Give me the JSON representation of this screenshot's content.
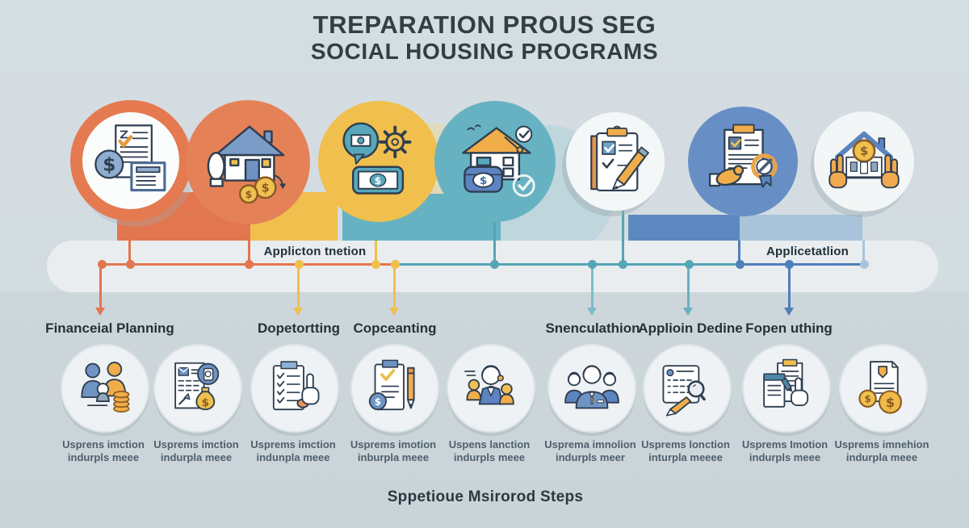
{
  "title": {
    "line1": "TREPARATION PROUS SEG",
    "line2": "SOCIAL HOUSING PROGRAMS"
  },
  "timeline": {
    "label_left": "Applicton tnetion",
    "label_right": "Applicetatlion"
  },
  "stages": [
    {
      "icon": "financial-document-dollar-coin-icon",
      "color": "#e5794f",
      "style": "ring"
    },
    {
      "icon": "house-handover-coins-icon",
      "color": "#e58157",
      "style": "filled"
    },
    {
      "icon": "payment-gear-banknote-icon",
      "color": "#f0bf4d",
      "style": "filled"
    },
    {
      "icon": "house-financing-check-icon",
      "color": "#66b2c2",
      "style": "filled"
    },
    {
      "icon": "clipboard-checklist-pencil-icon",
      "color": "#f4f7f7",
      "style": "filled"
    },
    {
      "icon": "approved-document-badge-icon",
      "color": "#688fc5",
      "style": "filled"
    },
    {
      "icon": "home-ownership-hands-icon",
      "color": "#f3f6f6",
      "style": "filled"
    }
  ],
  "steps": [
    {
      "label": "Financeial Planning",
      "color": "#e2764e"
    },
    {
      "label": "Dopetortting",
      "color": "#f0bf4d"
    },
    {
      "label": "Copceanting",
      "color": "#f0bf4d"
    },
    {
      "label": "Snenculathion",
      "color": "#7bbcc9"
    },
    {
      "label": "Applioin Dedine",
      "color": "#6aafc0"
    },
    {
      "label": "Fopen uthing",
      "color": "#4e7fb9"
    }
  ],
  "substeps": [
    {
      "icon": "family-savings-icon",
      "line1": "Usprens imction",
      "line2": "indurpls meee"
    },
    {
      "icon": "document-money-bag-icon",
      "line1": "Usprems imction",
      "line2": "indurpla meee"
    },
    {
      "icon": "checklist-pointing-hand-icon",
      "line1": "Usprems imction",
      "line2": "indunpla meee"
    },
    {
      "icon": "form-check-pencil-coin-icon",
      "line1": "Usprems imotion",
      "line2": "inburpla meee"
    },
    {
      "icon": "family-meeting-icon",
      "line1": "Uspens lanction",
      "line2": "indurpls meee"
    },
    {
      "icon": "advisor-team-icon",
      "line1": "Usprema imnolion",
      "line2": "indurpls meer"
    },
    {
      "icon": "document-magnifier-pencil-icon",
      "line1": "Usprems lonction",
      "line2": "inturpla meeee"
    },
    {
      "icon": "papers-pen-hand-icon",
      "line1": "Usprems Imotion",
      "line2": "indurpls meee"
    },
    {
      "icon": "document-dollar-coins-icon",
      "line1": "Usprems imnehion",
      "line2": "indurpla meee"
    }
  ],
  "footer": {
    "label": "Sppetioue Msirorod Steps"
  },
  "colors": {
    "background_top": "#d4dde1",
    "background_bottom": "#c9d3d8",
    "timeline_bar": "#e9edef",
    "accent_coral": "#e2764e",
    "accent_yellow": "#f0bf4d",
    "accent_teal": "#55a5b5",
    "accent_blue": "#4e7fb9",
    "accent_lightblue": "#a9c4da",
    "text_dark": "#243138"
  }
}
